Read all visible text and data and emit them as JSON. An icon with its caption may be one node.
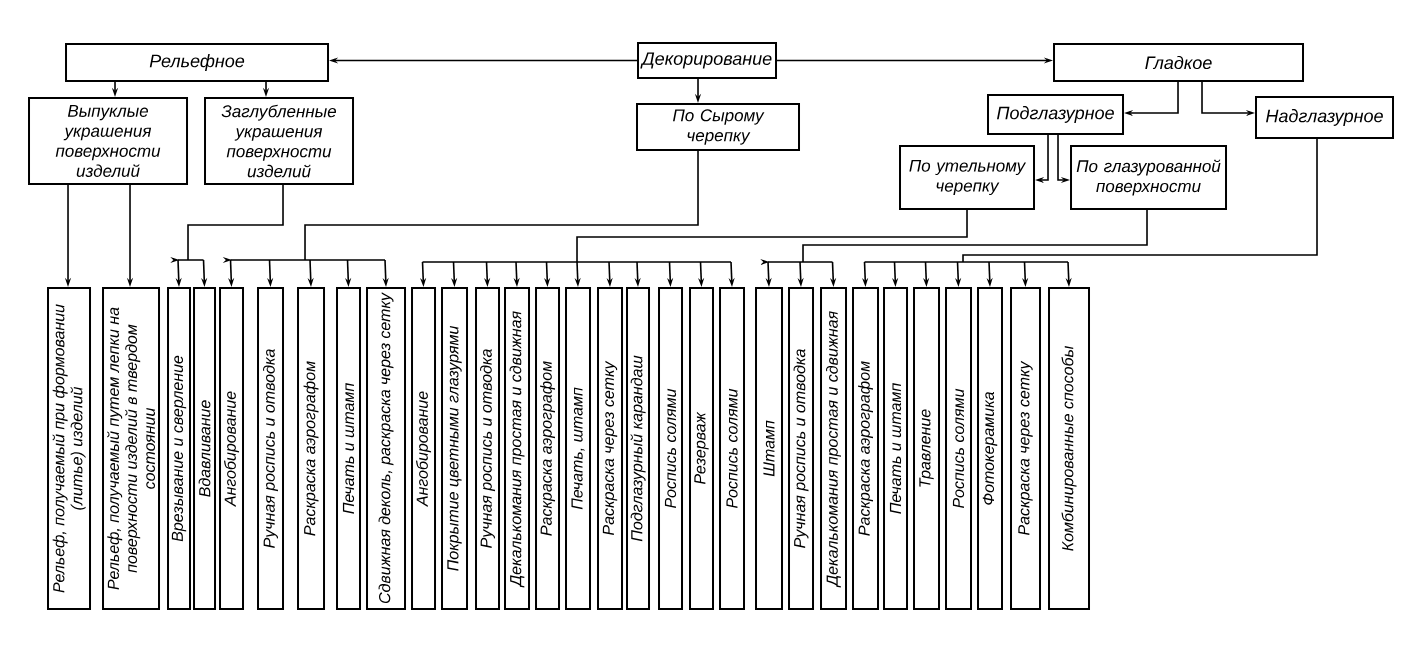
{
  "diagram": {
    "nodes": [
      {
        "text": [
          "Рельефное"
        ]
      },
      {
        "text": [
          "Декорирование"
        ]
      },
      {
        "text": [
          "Гладкое"
        ]
      },
      {
        "text": [
          "Выпуклые украшения поверхности изделий"
        ]
      },
      {
        "text": [
          "Заглубленные украшения поверхности изделий"
        ]
      },
      {
        "text": [
          "По Сырому черепку"
        ]
      },
      {
        "text": [
          "Подглазурное"
        ]
      },
      {
        "text": [
          "Надглазурное"
        ]
      },
      {
        "text": [
          "По утельному черепку"
        ]
      },
      {
        "text": [
          "По глазурованной поверхности"
        ]
      },
      {
        "text": [
          "Рельеф, получаемый при формовании (литье) изделий"
        ]
      },
      {
        "text": [
          "Рельеф, получаемый путем лепки на поверхности изделий в твердом состоянии"
        ]
      },
      {
        "text": [
          "Врезывание и сверление"
        ]
      },
      {
        "text": [
          "Вдавливание"
        ]
      },
      {
        "text": [
          "Ангобирование"
        ]
      },
      {
        "text": [
          "Ручная роспись и отводка"
        ]
      },
      {
        "text": [
          "Раскраска аэрографом"
        ]
      },
      {
        "text": [
          "Печать и штамп"
        ]
      },
      {
        "text": [
          "Сдвижная деколь, раскраска через сетку"
        ]
      },
      {
        "text": [
          "Ангобирование"
        ]
      },
      {
        "text": [
          "Покрытие цветными глазурями"
        ]
      },
      {
        "text": [
          "Ручная роспись и отводка"
        ]
      },
      {
        "text": [
          "Декалькомания простая и сдвижная"
        ]
      },
      {
        "text": [
          "Раскраска аэрографом"
        ]
      },
      {
        "text": [
          "Печать, штамп"
        ]
      },
      {
        "text": [
          "Раскраска через сетку"
        ]
      },
      {
        "text": [
          "Подглазурный карандаш"
        ]
      },
      {
        "text": [
          "Роспись солями"
        ]
      },
      {
        "text": [
          "Резерваж"
        ]
      },
      {
        "text": [
          "Роспись солями"
        ]
      },
      {
        "text": [
          "Штамп"
        ]
      },
      {
        "text": [
          "Ручная роспись и отводка"
        ]
      },
      {
        "text": [
          "Декалькомания простая и сдвижная"
        ]
      },
      {
        "text": [
          "Раскраска аэрографом"
        ]
      },
      {
        "text": [
          "Печать и штамп"
        ]
      },
      {
        "text": [
          "Травление"
        ]
      },
      {
        "text": [
          "Роспись солями"
        ]
      },
      {
        "text": [
          "Фотокерамика"
        ]
      },
      {
        "text": [
          "Раскраска через сетку"
        ]
      },
      {
        "text": [
          "Комбинированные способы"
        ]
      }
    ],
    "edges": [
      {
        "from": 1,
        "to": 0,
        "arrow": "to"
      },
      {
        "from": 1,
        "to": 5,
        "arrow": "to"
      },
      {
        "from": 1,
        "to": 2,
        "arrow": "to"
      },
      {
        "from": 0,
        "to": 3,
        "arrow": "to"
      },
      {
        "from": 0,
        "to": 4,
        "arrow": "to"
      },
      {
        "from": 2,
        "to": 6,
        "arrow": "to"
      },
      {
        "from": 2,
        "to": 7,
        "arrow": "to"
      },
      {
        "from": 6,
        "to": 8,
        "arrow": "to"
      },
      {
        "from": 6,
        "to": 9,
        "arrow": "to"
      },
      {
        "from": 3,
        "to": 10,
        "arrow": "to"
      },
      {
        "from": 3,
        "to": 11,
        "arrow": "to"
      },
      {
        "from": 4,
        "to": 12,
        "arrow": "to"
      },
      {
        "from": 4,
        "to": 13,
        "arrow": "to"
      },
      {
        "from": 5,
        "to": 14,
        "arrow": "to"
      },
      {
        "from": 5,
        "to": 15,
        "arrow": "to"
      },
      {
        "from": 5,
        "to": 16,
        "arrow": "to"
      },
      {
        "from": 5,
        "to": 17,
        "arrow": "to"
      },
      {
        "from": 5,
        "to": 18,
        "arrow": "to"
      },
      {
        "from": 8,
        "to": 19,
        "arrow": "to"
      },
      {
        "from": 8,
        "to": 20,
        "arrow": "to"
      },
      {
        "from": 8,
        "to": 21,
        "arrow": "to"
      },
      {
        "from": 8,
        "to": 22,
        "arrow": "to"
      },
      {
        "from": 8,
        "to": 23,
        "arrow": "to"
      },
      {
        "from": 8,
        "to": 24,
        "arrow": "to"
      },
      {
        "from": 8,
        "to": 25,
        "arrow": "to"
      },
      {
        "from": 8,
        "to": 26,
        "arrow": "to"
      },
      {
        "from": 8,
        "to": 27,
        "arrow": "to"
      },
      {
        "from": 8,
        "to": 28,
        "arrow": "to"
      },
      {
        "from": 8,
        "to": 29,
        "arrow": "to"
      },
      {
        "from": 9,
        "to": 30,
        "arrow": "to"
      },
      {
        "from": 9,
        "to": 31,
        "arrow": "to"
      },
      {
        "from": 9,
        "to": 32,
        "arrow": "to"
      },
      {
        "from": 7,
        "to": 33,
        "arrow": "to"
      },
      {
        "from": 7,
        "to": 34,
        "arrow": "to"
      },
      {
        "from": 7,
        "to": 35,
        "arrow": "to"
      },
      {
        "from": 7,
        "to": 36,
        "arrow": "to"
      },
      {
        "from": 7,
        "to": 37,
        "arrow": "to"
      },
      {
        "from": 7,
        "to": 38,
        "arrow": "to"
      },
      {
        "from": 7,
        "to": 39,
        "arrow": "to"
      }
    ]
  }
}
